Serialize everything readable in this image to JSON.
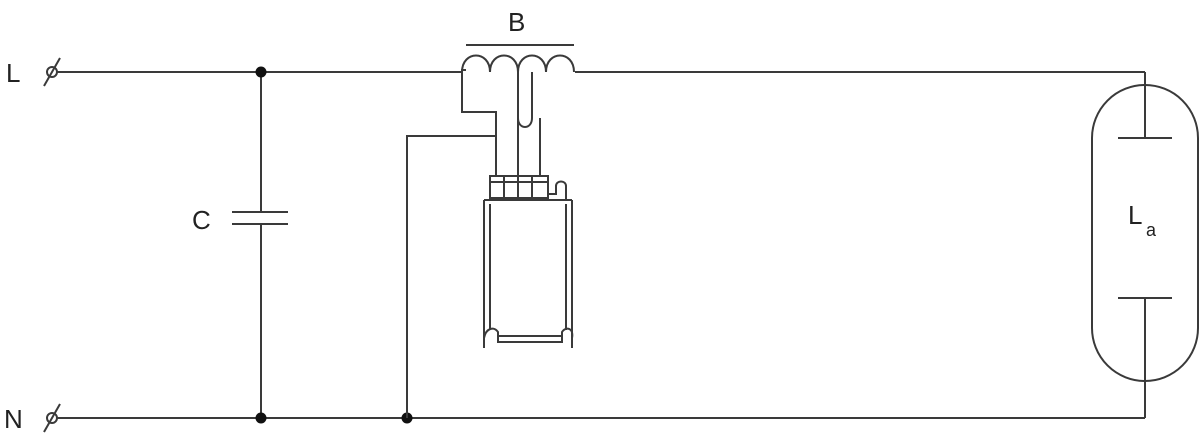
{
  "labels": {
    "line": "L",
    "neutral": "N",
    "capacitor": "C",
    "ballast": "B",
    "lamp_main": "L",
    "lamp_sub": "a"
  }
}
